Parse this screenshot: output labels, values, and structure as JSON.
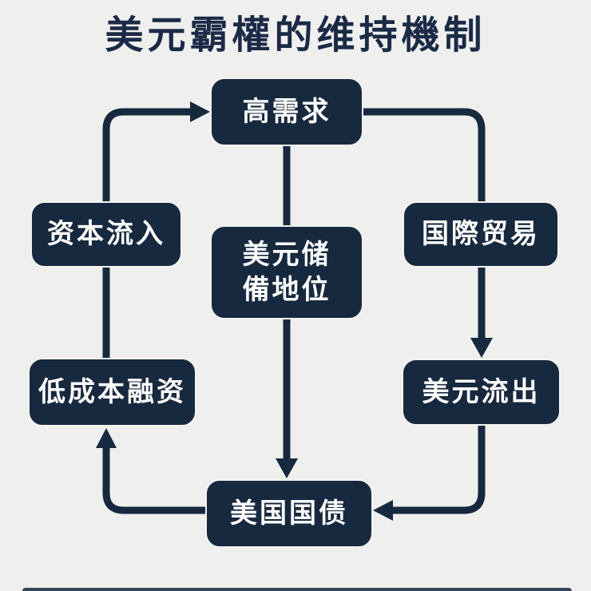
{
  "title": "美元霸權的维持機制",
  "colors": {
    "background": "#efefed",
    "node_fill": "#16293e",
    "node_text": "#ffffff",
    "title_text": "#1b2b47",
    "connector": "#16293e"
  },
  "nodes": [
    {
      "id": "high-demand",
      "label": "高需求"
    },
    {
      "id": "capital-inflow",
      "label": "资本流入"
    },
    {
      "id": "reserve-status",
      "label": "美元储備地位",
      "label_display": "美元储\n備地位"
    },
    {
      "id": "international-trade",
      "label": "国際贸易"
    },
    {
      "id": "low-cost-financing",
      "label": "低成本融资"
    },
    {
      "id": "dollar-outflow",
      "label": "美元流出"
    },
    {
      "id": "us-treasury",
      "label": "美国国债"
    }
  ],
  "edges": [
    {
      "from": "高需求",
      "to": "美元储備地位",
      "arrow": false
    },
    {
      "from": "美元储備地位",
      "to": "美国国债",
      "arrow": true
    },
    {
      "from": "高需求",
      "to": "国際贸易",
      "arrow": false
    },
    {
      "from": "国際贸易",
      "to": "美元流出",
      "arrow": true
    },
    {
      "from": "美元流出",
      "to": "美国国债",
      "arrow": true
    },
    {
      "from": "美国国债",
      "to": "低成本融资",
      "arrow": true
    },
    {
      "from": "低成本融资",
      "to": "高需求",
      "via": "资本流入",
      "arrow": true
    }
  ]
}
